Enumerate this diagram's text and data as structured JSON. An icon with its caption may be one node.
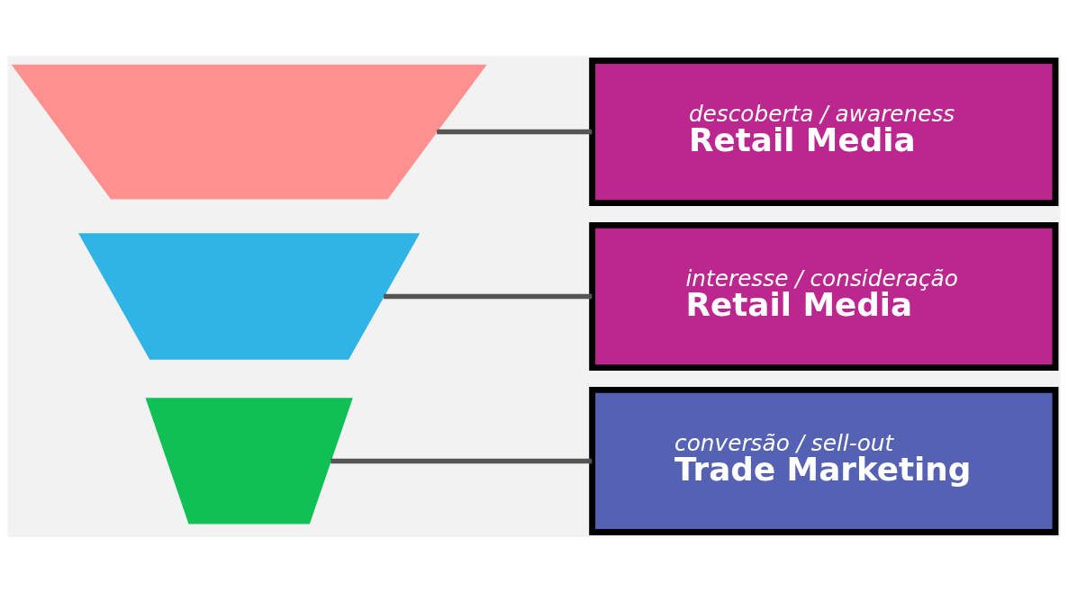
{
  "diagram": {
    "nodes": [
      {
        "text": [],
        "shape": "trapezoid"
      },
      {
        "text": [],
        "shape": "trapezoid"
      },
      {
        "text": [],
        "shape": "trapezoid"
      },
      {
        "text": [
          "descoberta / awareness",
          "Retail Media"
        ]
      },
      {
        "text": [
          "interesse / consideração",
          "Retail Media"
        ]
      },
      {
        "text": [
          "conversão / sell-out",
          "Trade Marketing"
        ]
      }
    ],
    "edges": [
      {
        "from": 3,
        "to": 0,
        "arrow": "none"
      },
      {
        "from": 4,
        "to": 1,
        "arrow": "none"
      },
      {
        "from": 5,
        "to": 2,
        "arrow": "none"
      }
    ]
  }
}
